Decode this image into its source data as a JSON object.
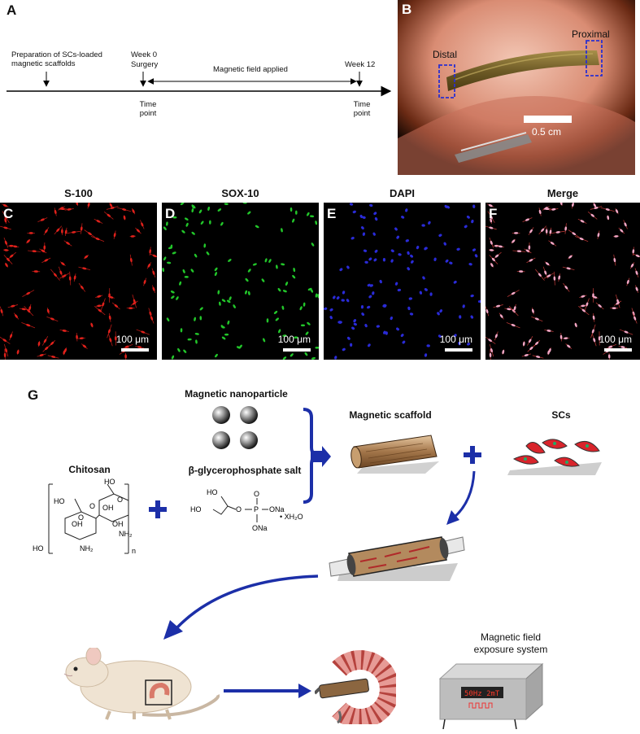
{
  "panels": {
    "A": "A",
    "B": "B",
    "C": "C",
    "D": "D",
    "E": "E",
    "F": "F",
    "G": "G"
  },
  "timeline": {
    "prep_label": "Preparation of SCs-loaded magnetic scaffolds",
    "week0_label": "Week 0",
    "surgery_label": "Surgery",
    "field_label": "Magnetic field applied",
    "week12_label": "Week 12",
    "time_point_1": "Time point",
    "time_point_2": "Time point"
  },
  "photo": {
    "distal_label": "Distal",
    "proximal_label": "Proximal",
    "scale_label": "0.5 cm"
  },
  "micrographs": [
    {
      "title": "S-100",
      "scale": "100 μm",
      "title_color": "#000000",
      "cell_color": "#e0211b"
    },
    {
      "title": "SOX-10",
      "scale": "100 μm",
      "title_color": "#000000",
      "cell_color": "#22c62a"
    },
    {
      "title": "DAPI",
      "scale": "100 μm",
      "title_color": "#000000",
      "cell_color": "#2a2bd8"
    },
    {
      "title": "Merge",
      "scale": "100 μm",
      "title_color": "#000000",
      "cell_color": "#f2a6c4"
    }
  ],
  "schematic": {
    "nanoparticle_label": "Magnetic nanoparticle",
    "chitosan_label": "Chitosan",
    "bgp_label": "β-glycerophosphate salt",
    "scaffold_label": "Magnetic scaffold",
    "scs_label": "SCs",
    "exposure_label": "Magnetic field exposure system",
    "display_text": "50Hz 2mT",
    "chitosan_atoms": [
      "HO",
      "OH",
      "HO",
      "OH",
      "HO",
      "O",
      "NH₂",
      "NH₂",
      "n",
      "O",
      "O",
      "OH"
    ],
    "bgp_atoms": [
      "HO",
      "HO",
      "O",
      "P",
      "ONa",
      "ONa",
      "O",
      "• XH₂O"
    ],
    "accent_color": "#1c2fa8"
  }
}
